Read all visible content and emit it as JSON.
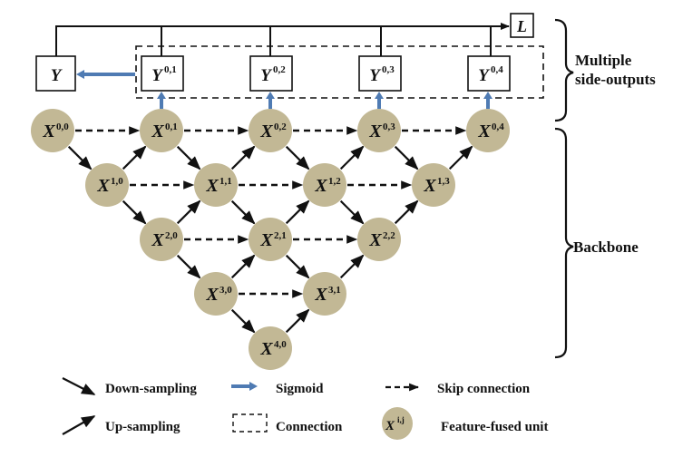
{
  "colors": {
    "node_fill": "#c2b895",
    "sigmoid_arrow": "#4f7bb3",
    "line": "#111111"
  },
  "nodes": [
    {
      "id": "X00",
      "symbol": "X",
      "sup": "0,0",
      "i": 0,
      "j": 0
    },
    {
      "id": "X01",
      "symbol": "X",
      "sup": "0,1",
      "i": 0,
      "j": 1
    },
    {
      "id": "X02",
      "symbol": "X",
      "sup": "0,2",
      "i": 0,
      "j": 2
    },
    {
      "id": "X03",
      "symbol": "X",
      "sup": "0,3",
      "i": 0,
      "j": 3
    },
    {
      "id": "X04",
      "symbol": "X",
      "sup": "0,4",
      "i": 0,
      "j": 4
    },
    {
      "id": "X10",
      "symbol": "X",
      "sup": "1,0",
      "i": 1,
      "j": 0
    },
    {
      "id": "X11",
      "symbol": "X",
      "sup": "1,1",
      "i": 1,
      "j": 1
    },
    {
      "id": "X12",
      "symbol": "X",
      "sup": "1,2",
      "i": 1,
      "j": 2
    },
    {
      "id": "X13",
      "symbol": "X",
      "sup": "1,3",
      "i": 1,
      "j": 3
    },
    {
      "id": "X20",
      "symbol": "X",
      "sup": "2,0",
      "i": 2,
      "j": 0
    },
    {
      "id": "X21",
      "symbol": "X",
      "sup": "2,1",
      "i": 2,
      "j": 1
    },
    {
      "id": "X22",
      "symbol": "X",
      "sup": "2,2",
      "i": 2,
      "j": 2
    },
    {
      "id": "X30",
      "symbol": "X",
      "sup": "3,0",
      "i": 3,
      "j": 0
    },
    {
      "id": "X31",
      "symbol": "X",
      "sup": "3,1",
      "i": 3,
      "j": 1
    },
    {
      "id": "X40",
      "symbol": "X",
      "sup": "4,0",
      "i": 4,
      "j": 0
    }
  ],
  "side_outputs": [
    {
      "id": "Y01",
      "symbol": "Y",
      "sup": "0,1",
      "from": "X01"
    },
    {
      "id": "Y02",
      "symbol": "Y",
      "sup": "0,2",
      "from": "X02"
    },
    {
      "id": "Y03",
      "symbol": "Y",
      "sup": "0,3",
      "from": "X03"
    },
    {
      "id": "Y04",
      "symbol": "Y",
      "sup": "0,4",
      "from": "X04"
    }
  ],
  "final_output": {
    "symbol": "Y"
  },
  "loss": {
    "symbol": "L"
  },
  "brackets": {
    "side_outputs_line1": "Multiple",
    "side_outputs_line2": "side-outputs",
    "backbone": "Backbone"
  },
  "legend": {
    "down_sampling": "Down-sampling",
    "up_sampling": "Up-sampling",
    "sigmoid": "Sigmoid",
    "connection": "Connection",
    "skip_connection": "Skip connection",
    "feature_fused_unit": "Feature-fused unit",
    "unit_symbol": "X",
    "unit_sup": "i,j"
  }
}
